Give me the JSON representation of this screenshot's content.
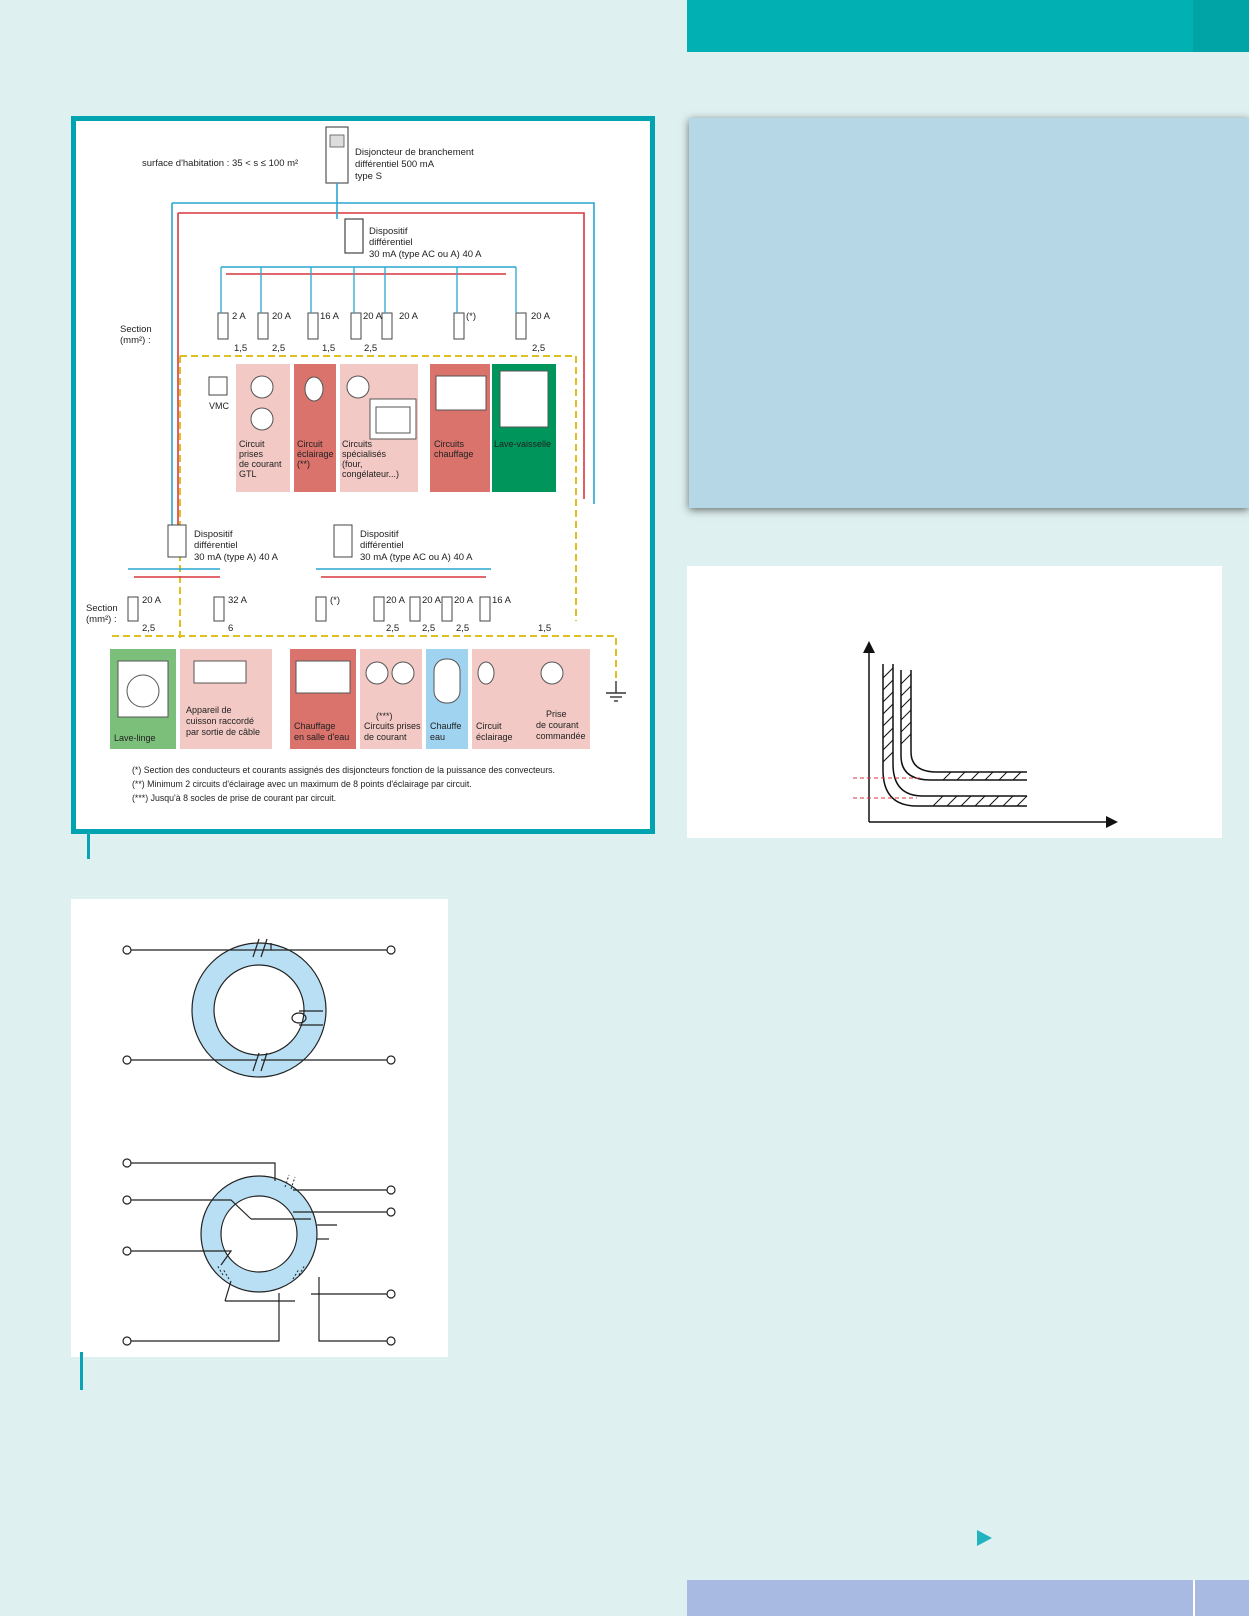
{
  "figure1": {
    "top_note": "surface d'habitation : 35 < s ≤ 100 m²",
    "main_breaker": [
      "Disjoncteur de branchement",
      "différentiel 500 mA",
      "type S"
    ],
    "rcd_top": [
      "Dispositif",
      "différentiel",
      "30 mA (type AC ou A) 40 A"
    ],
    "rcd_left": [
      "Dispositif",
      "différentiel",
      "30 mA (type A) 40 A"
    ],
    "rcd_right": [
      "Dispositif",
      "différentiel",
      "30 mA (type AC ou A) 40 A"
    ],
    "section_label": [
      "Section",
      "(mm²) :"
    ],
    "top_breakers": [
      "2 A",
      "20 A",
      "16 A",
      "20 A",
      "20 A",
      "(*)",
      "20 A"
    ],
    "top_sections": [
      "1,5",
      "2,5",
      "1,5",
      "2,5",
      "2,5"
    ],
    "top_circuits": [
      [
        "VMC"
      ],
      [
        "Circuit",
        "prises",
        "de courant",
        "GTL"
      ],
      [
        "Circuit",
        "éclairage",
        "(**)"
      ],
      [
        "Circuits",
        "spécialisés",
        "(four,",
        "congélateur...)"
      ],
      [
        "Circuits",
        "chauffage"
      ],
      [
        "Lave-vaisselle"
      ]
    ],
    "left_breakers": [
      "20 A",
      "32 A"
    ],
    "left_sections": [
      "2,5",
      "6"
    ],
    "left_circuits": [
      [
        "Lave-linge"
      ],
      [
        "Appareil de",
        "cuisson raccordé",
        "par sortie de câble"
      ]
    ],
    "right_breakers": [
      "(*)",
      "20 A",
      "20 A",
      "20 A",
      "16 A"
    ],
    "right_sections": [
      "2,5",
      "2,5",
      "2,5",
      "1,5"
    ],
    "right_circuits": [
      [
        "Chauffage",
        "en salle d'eau"
      ],
      [
        "(***)",
        "Circuits prises",
        "de courant"
      ],
      [
        "Chauffe",
        "eau"
      ],
      [
        "Circuit",
        "éclairage"
      ],
      [
        "Prise",
        "de courant",
        "commandée"
      ]
    ],
    "footnotes": [
      "(*) Section des conducteurs et courants assignés des disjoncteurs fonction de la puissance des convecteurs.",
      "(**) Minimum 2 circuits d'éclairage avec un maximum de 8 points d'éclairage par circuit.",
      "(***) Jusqu'à 8 socles de prise de courant par circuit."
    ]
  },
  "colors": {
    "page_bg": "#dff0f0",
    "header": "#00b0b2",
    "info_box": "#b5d7e6",
    "frame": "#00a4b1",
    "footer": "#a8b9e2",
    "phase_wire": "#d9363e",
    "neutral_wire": "#2aa6d0",
    "earth_wire": "#e0c020",
    "panel_pink": "#f2c9c4",
    "panel_red": "#d9736c",
    "panel_green": "#00955b",
    "panel_blue": "#9fd3ef",
    "core_fill": "#b9dff4"
  },
  "icons": [
    "play-arrow-icon",
    "earth-symbol-icon"
  ]
}
